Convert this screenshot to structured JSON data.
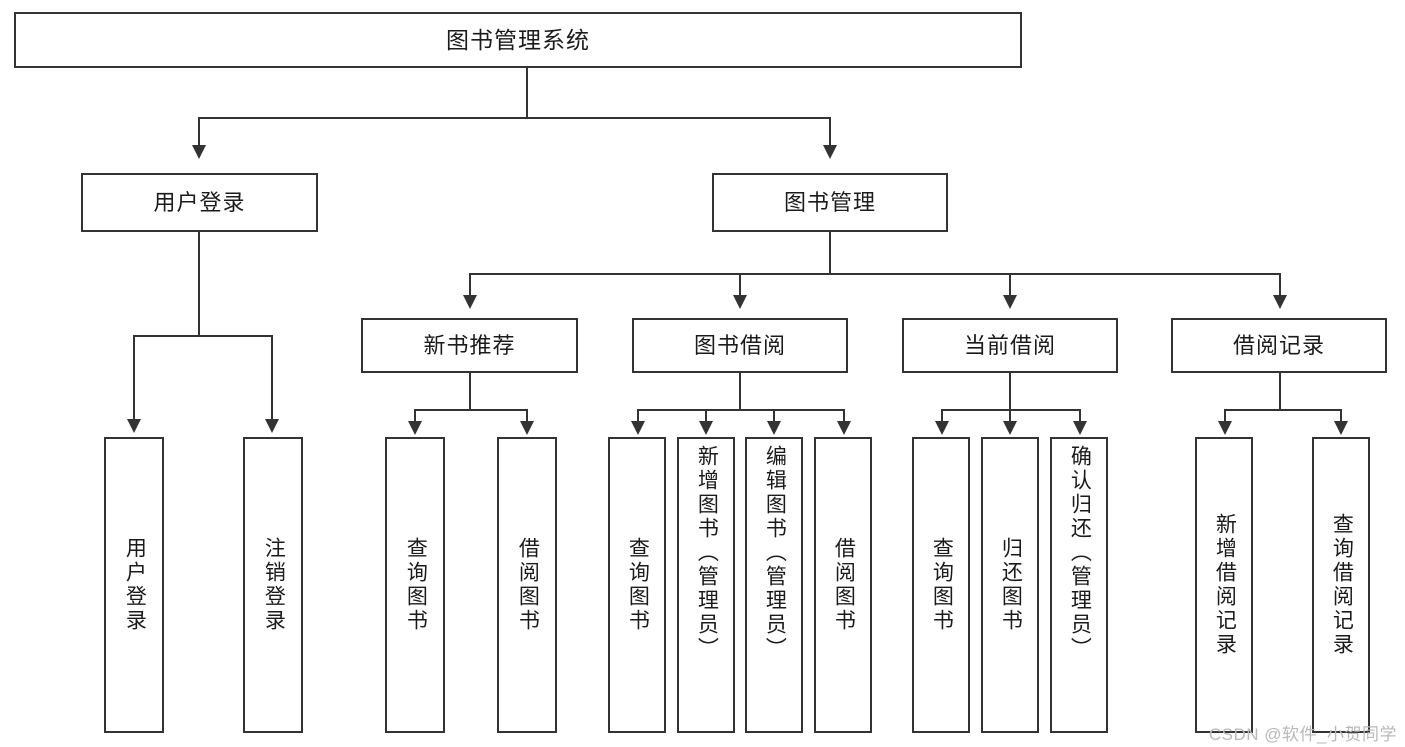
{
  "diagram": {
    "type": "tree-hierarchy",
    "title": "图书管理系统",
    "root": {
      "id": "root",
      "label": "图书管理系统"
    },
    "level1": [
      {
        "id": "user-login",
        "label": "用户登录"
      },
      {
        "id": "book-manage",
        "label": "图书管理"
      }
    ],
    "level2": [
      {
        "id": "new-book-rec",
        "label": "新书推荐",
        "parent": "book-manage"
      },
      {
        "id": "book-borrow",
        "label": "图书借阅",
        "parent": "book-manage"
      },
      {
        "id": "current-borrow",
        "label": "当前借阅",
        "parent": "book-manage"
      },
      {
        "id": "borrow-record",
        "label": "借阅记录",
        "parent": "book-manage"
      }
    ],
    "leaves": [
      {
        "id": "leaf-user-login",
        "label": "用户登录",
        "parent": "user-login"
      },
      {
        "id": "leaf-user-logout",
        "label": "注销登录",
        "parent": "user-login"
      },
      {
        "id": "leaf-query-book-1",
        "label": "查询图书",
        "parent": "new-book-rec"
      },
      {
        "id": "leaf-borrow-book-1",
        "label": "借阅图书",
        "parent": "new-book-rec"
      },
      {
        "id": "leaf-query-book-2",
        "label": "查询图书",
        "parent": "book-borrow"
      },
      {
        "id": "leaf-add-book",
        "label": "新增图书（管理员）",
        "parent": "book-borrow"
      },
      {
        "id": "leaf-edit-book",
        "label": "编辑图书（管理员）",
        "parent": "book-borrow"
      },
      {
        "id": "leaf-borrow-book-2",
        "label": "借阅图书",
        "parent": "book-borrow"
      },
      {
        "id": "leaf-query-book-3",
        "label": "查询图书",
        "parent": "current-borrow"
      },
      {
        "id": "leaf-return-book",
        "label": "归还图书",
        "parent": "current-borrow"
      },
      {
        "id": "leaf-confirm-return",
        "label": "确认归还（管理员）",
        "parent": "current-borrow"
      },
      {
        "id": "leaf-add-record",
        "label": "新增借阅记录",
        "parent": "borrow-record"
      },
      {
        "id": "leaf-query-record",
        "label": "查询借阅记录",
        "parent": "borrow-record"
      }
    ]
  },
  "watermark": {
    "text": "CSDN @软件_小贺同学"
  },
  "colors": {
    "stroke": "#333333",
    "text": "#1b1b1b",
    "background": "#ffffff",
    "watermark": "#b9b9b9"
  }
}
